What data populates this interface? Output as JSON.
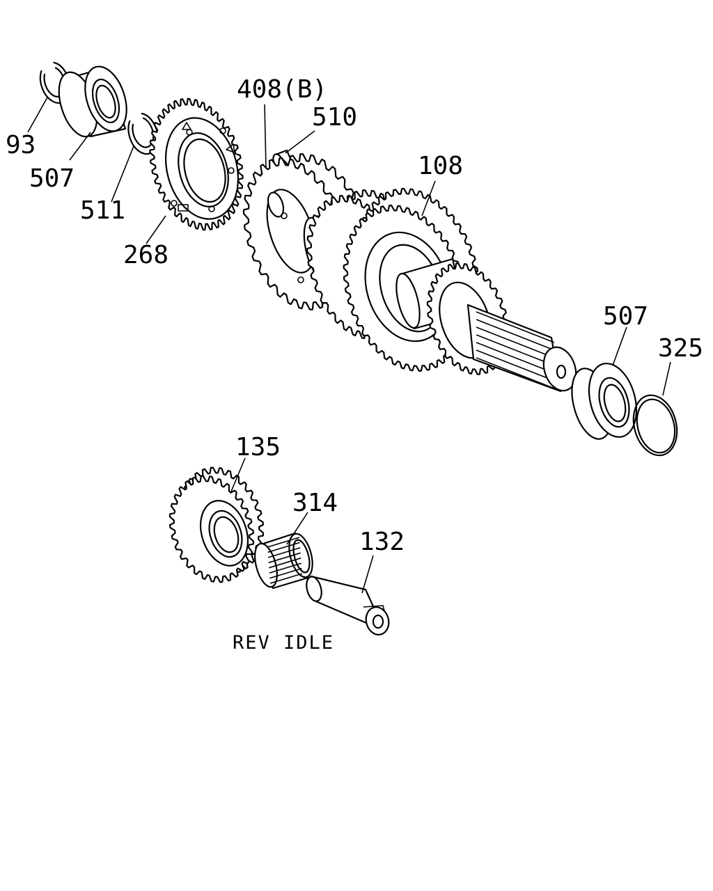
{
  "diagram": {
    "callouts": {
      "c93": "93",
      "c507a": "507",
      "c511": "511",
      "c268": "268",
      "c408": "408(B)",
      "c510": "510",
      "c108": "108",
      "c507b": "507",
      "c325": "325",
      "c135": "135",
      "c314": "314",
      "c132": "132"
    },
    "caption": "REV IDLE"
  }
}
